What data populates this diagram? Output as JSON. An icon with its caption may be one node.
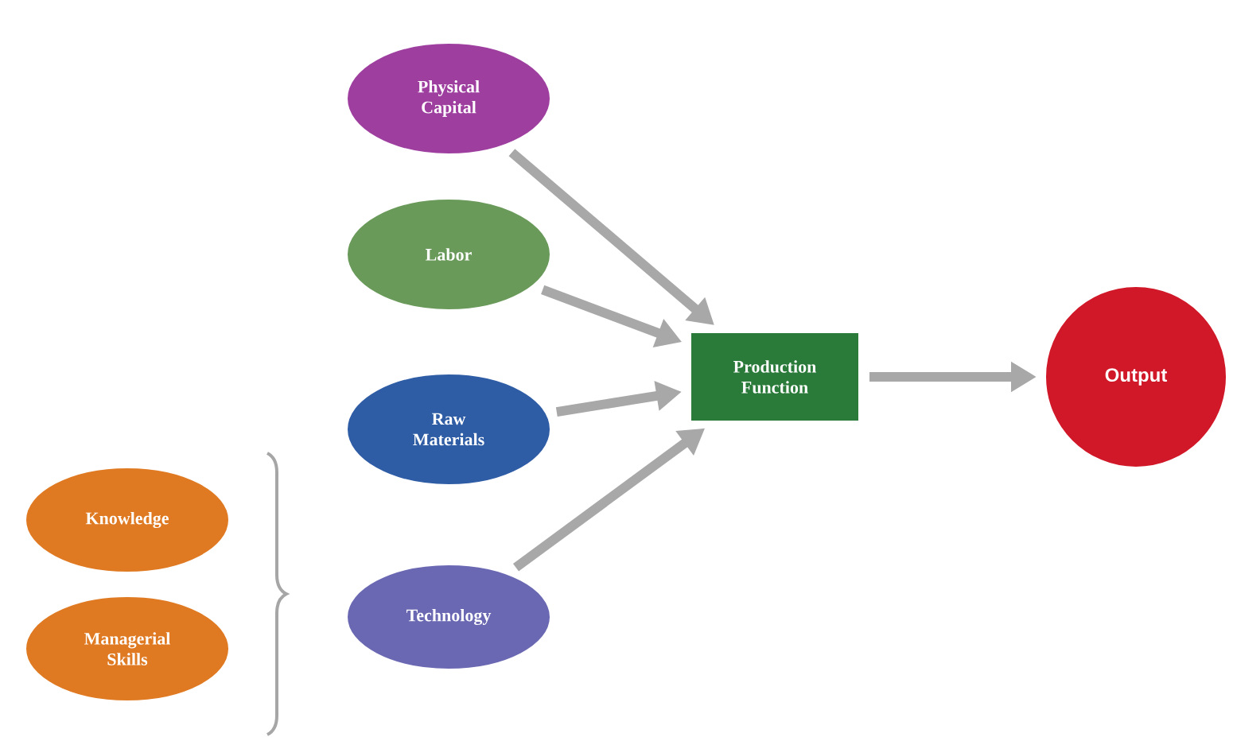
{
  "diagram": {
    "nodes": [
      {
        "text": [
          "Physical Capital"
        ]
      },
      {
        "text": [
          "Labor"
        ]
      },
      {
        "text": [
          "Raw Materials"
        ]
      },
      {
        "text": [
          "Knowledge"
        ]
      },
      {
        "text": [
          "Managerial Skills"
        ]
      },
      {
        "text": [
          "Technology"
        ]
      },
      {
        "text": [
          "Production Function"
        ]
      },
      {
        "text": [
          "Output"
        ]
      }
    ],
    "edges": [
      {
        "from": 0,
        "to": 6,
        "arrow": "to"
      },
      {
        "from": 1,
        "to": 6,
        "arrow": "to"
      },
      {
        "from": 2,
        "to": 6,
        "arrow": "to"
      },
      {
        "from": 5,
        "to": 6,
        "arrow": "to"
      },
      {
        "from": 6,
        "to": 7,
        "arrow": "to"
      }
    ]
  }
}
